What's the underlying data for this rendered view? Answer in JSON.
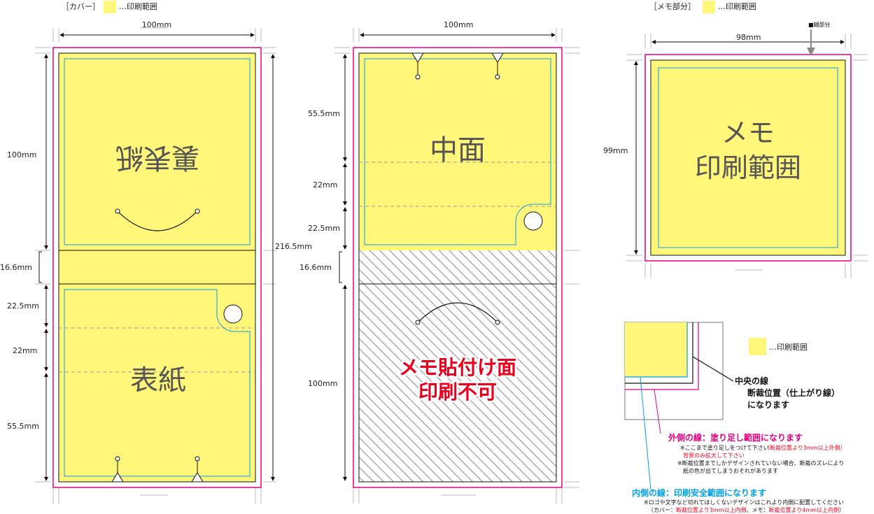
{
  "legend_top_left": {
    "label": "［カバー］",
    "text": "…印刷範囲",
    "color": "#fff67a"
  },
  "legend_top_right": {
    "label": "［メモ部分］",
    "text": "…印刷範囲"
  },
  "glue_label": "■糊部分",
  "cover": {
    "width": "100mm",
    "top_height": "100mm",
    "spine": "16.6mm",
    "bottom_1": "22.5mm",
    "bottom_2": "22mm",
    "bottom_3": "55.5mm",
    "total": "216.5mm",
    "back_text": "裏表紙",
    "front_text": "表紙"
  },
  "middle": {
    "width": "100mm",
    "d1": "55.5mm",
    "d2": "22mm",
    "d3": "22.5mm",
    "spine": "16.6mm",
    "bottom": "100mm",
    "inner_text": "中面",
    "no_print_1": "メモ貼付け面",
    "no_print_2": "印刷不可"
  },
  "memo": {
    "width": "98mm",
    "height": "99mm",
    "text_1": "メモ",
    "text_2": "印刷範囲"
  },
  "legend_box": {
    "print_area": "…印刷範囲",
    "center_line_title": "中央の線",
    "center_line_1": "断裁位置（仕上がり線）",
    "center_line_2": "になります",
    "outer_title": "外側の線：塗り足し範囲になります",
    "outer_note_1a": "※ここまで塗り足しをつけて下さい",
    "outer_note_1b": "（断裁位置より3mm以上外側）",
    "outer_note_2": "背景のみ拡大して下さい",
    "outer_note_3": "※断裁位置までしかデザインされていない場合、断裁のズレにより",
    "outer_note_4": "紙の色が出てしまうおそれがあります",
    "inner_title": "内側の線：印刷安全範囲になります",
    "inner_note_1": "※ロゴや文字など切れてほしくないデザインはこれより内側に配置してください",
    "inner_note_2a": "（カバー：",
    "inner_note_2b": "断裁位置より3mm以上内側",
    "inner_note_2c": "、メモ：",
    "inner_note_2d": "断裁位置より4mm以上内側",
    "inner_note_2e": "）"
  },
  "colors": {
    "yellow": "#fff67a",
    "bleed": "#e4007f",
    "safe": "#00a0e9",
    "trim": "#111111",
    "no_print": "#e8001c"
  }
}
